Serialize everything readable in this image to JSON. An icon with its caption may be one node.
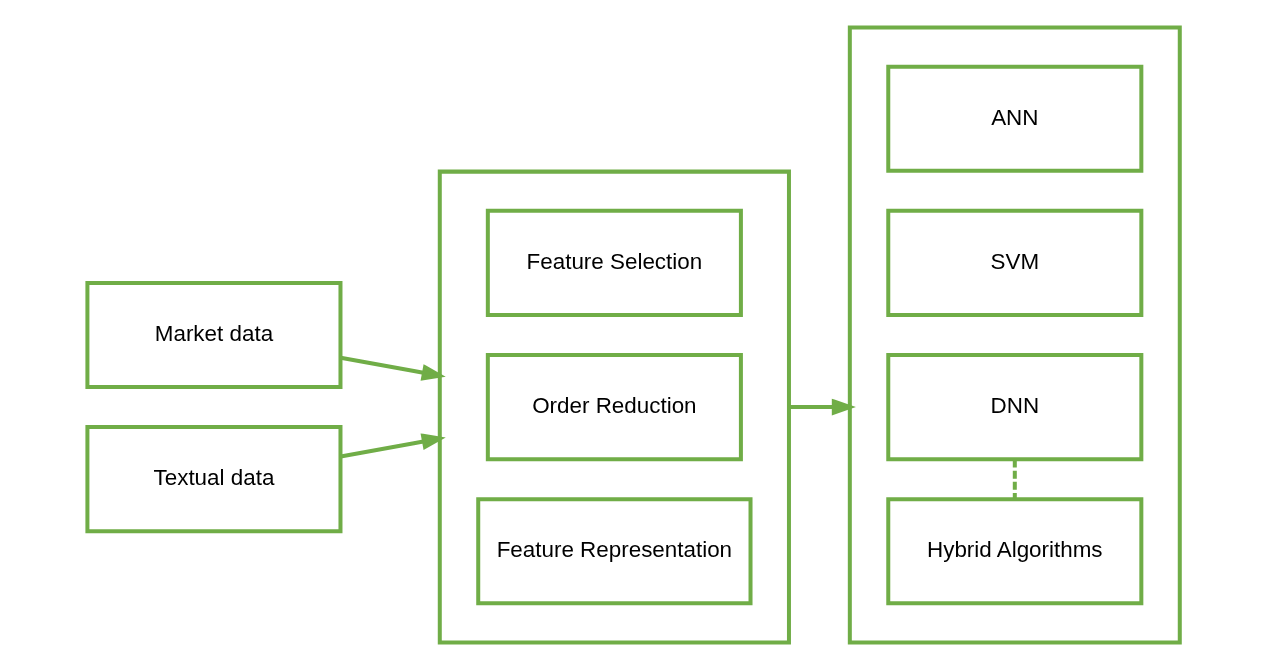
{
  "diagram": {
    "nodes": [
      {
        "text": [
          "Market data"
        ]
      },
      {
        "text": [
          "Textual data"
        ]
      },
      {
        "text": [],
        "shape": "box"
      },
      {
        "text": [
          "Feature Selection"
        ],
        "in": 2
      },
      {
        "text": [
          "Order Reduction"
        ],
        "in": 2
      },
      {
        "text": [
          "Feature Representation"
        ],
        "in": 2
      },
      {
        "text": [],
        "shape": "box"
      },
      {
        "text": [
          "ANN"
        ],
        "in": 6
      },
      {
        "text": [
          "SVM"
        ],
        "in": 6
      },
      {
        "text": [
          "DNN"
        ],
        "in": 6
      },
      {
        "text": [
          "Hybrid Algorithms"
        ],
        "in": 6
      }
    ],
    "edges": [
      {
        "from": 0,
        "to": 2,
        "arrow": "to"
      },
      {
        "from": 1,
        "to": 2,
        "arrow": "to"
      },
      {
        "from": 2,
        "to": 6,
        "arrow": "to"
      },
      {
        "from": 9,
        "to": 10,
        "arrow": "none",
        "style": "dashed"
      }
    ]
  }
}
